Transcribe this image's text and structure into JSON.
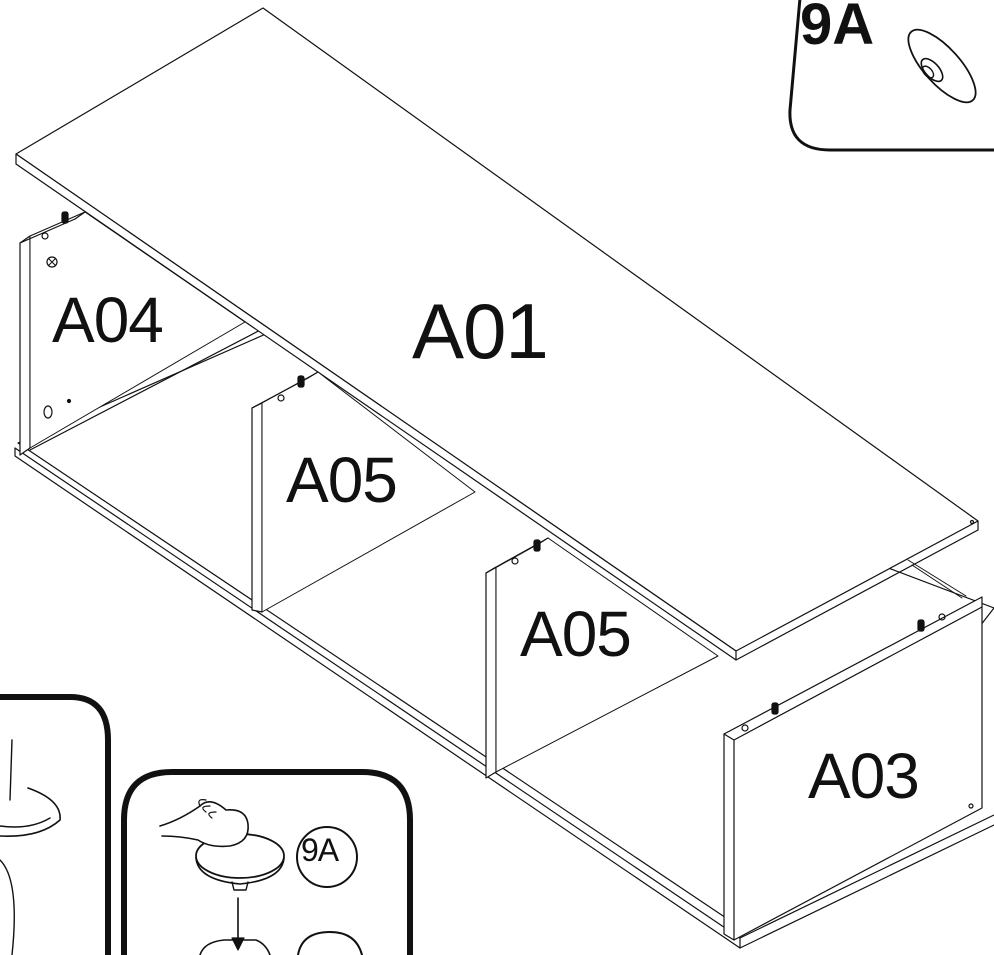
{
  "parts": {
    "a01": "A01",
    "a03": "A03",
    "a04": "A04",
    "a05_left": "A05",
    "a05_right": "A05"
  },
  "callout": {
    "hardware_tag": "9A",
    "step_tag": "9A"
  }
}
